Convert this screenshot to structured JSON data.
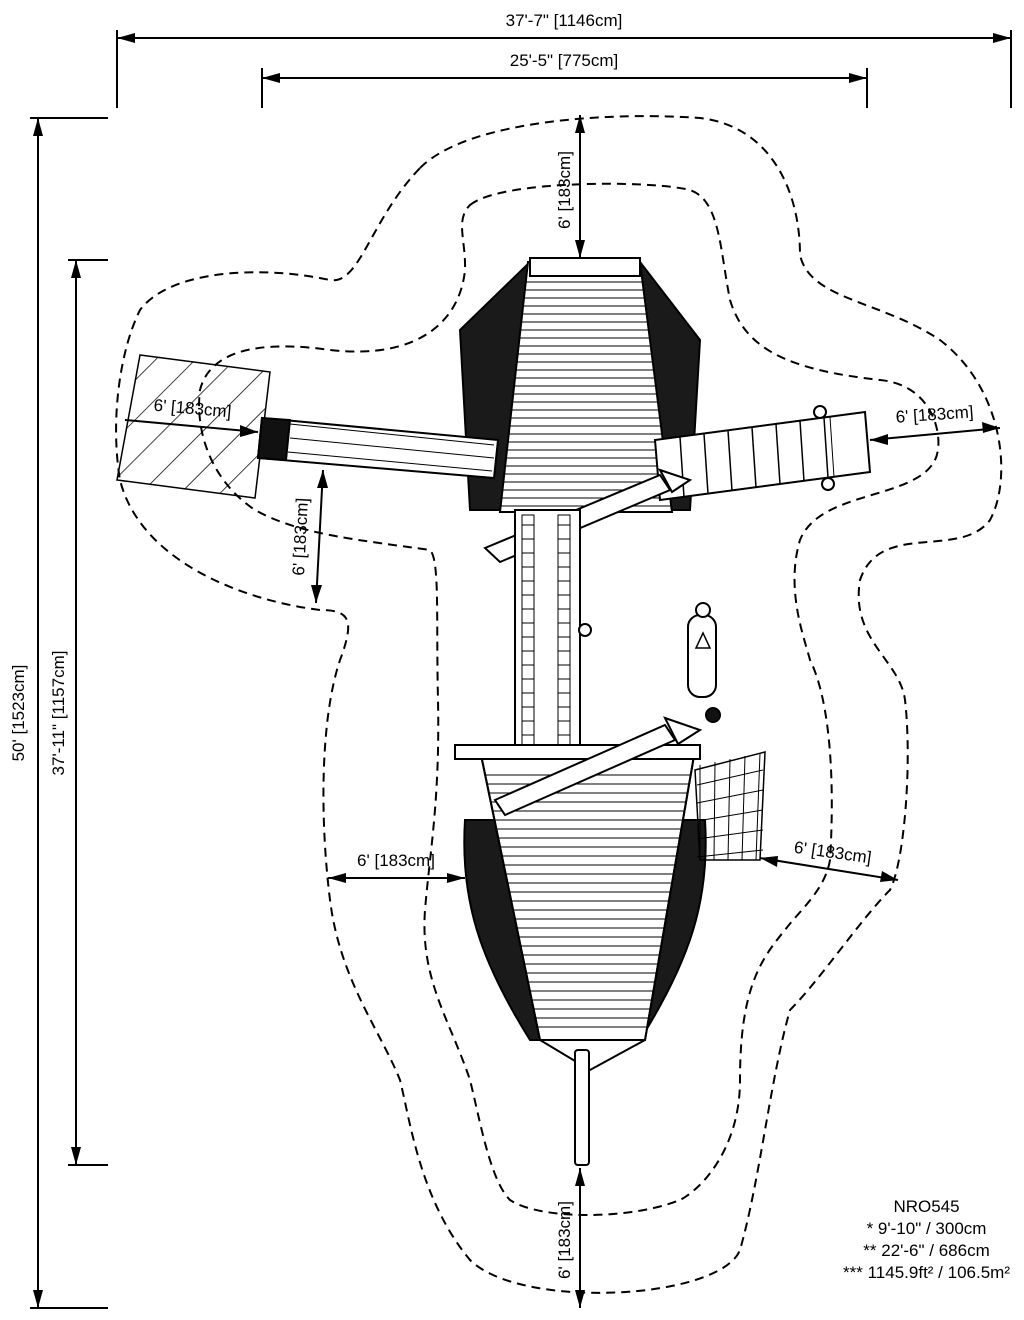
{
  "dimensions": {
    "overall_width": "37'-7\" [1146cm]",
    "structure_width": "25'-5\" [775cm]",
    "overall_length": "50' [1523cm]",
    "structure_length": "37'-11\" [1157cm]",
    "clearance_top": "6' [183cm]",
    "clearance_left_slide": "6' [183cm]",
    "clearance_left_lower": "6' [183cm]",
    "clearance_right_upper": "6' [183cm]",
    "clearance_left_bottom_ship": "6' [183cm]",
    "clearance_right_net": "6' [183cm]",
    "clearance_bottom": "6' [183cm]"
  },
  "notes": {
    "model": "NRO545",
    "line1": "* 9'-10\" / 300cm",
    "line2": "** 22'-6\" / 686cm",
    "line3": "*** 1145.9ft² / 106.5m²"
  }
}
